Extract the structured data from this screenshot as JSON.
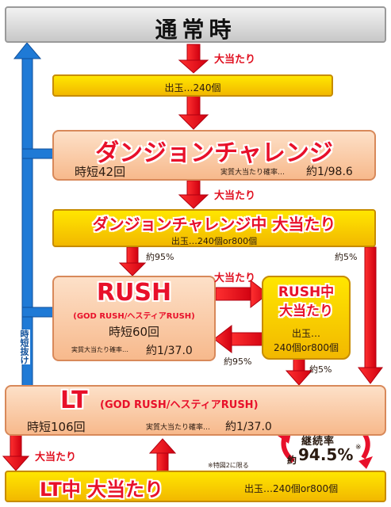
{
  "header": {
    "title": "通常時"
  },
  "labels": {
    "big_hit_1": "大当たり",
    "payout_1": "出玉…240個",
    "big_hit_2": "大当たり",
    "payout_2": "出玉…240個or800個",
    "big_hit_3": "大当たり",
    "big_hit_4": "大当たり",
    "pct_95_a": "約95%",
    "pct_5_a": "約5%",
    "pct_95_b": "約95%",
    "pct_5_b": "約5%",
    "time_short_exit": "時短抜け"
  },
  "dungeon": {
    "title": "ダンジョンチャレンジ",
    "jitan": "時短42回",
    "prob_label": "実質大当たり確率…",
    "prob_value": "約1/98.6"
  },
  "dungeon_hit": {
    "title": "ダンジョンチャレンジ中 大当たり"
  },
  "rush": {
    "title": "RUSH",
    "subtitle": "(GOD RUSH/ヘスティアRUSH)",
    "jitan": "時短60回",
    "prob_label": "実質大当たり確率…",
    "prob_value": "約1/37.0"
  },
  "rush_hit": {
    "title_line1": "RUSH中",
    "title_line2": "大当たり",
    "payout_line1": "出玉…",
    "payout_line2": "240個or800個"
  },
  "lt": {
    "title": "LT",
    "subtitle": "(GOD RUSH/ヘスティアRUSH)",
    "jitan": "時短106回",
    "prob_label": "実質大当たり確率…",
    "prob_value": "約1/37.0"
  },
  "continuation": {
    "label": "継続率",
    "value_prefix": "約",
    "value": "94.5%",
    "mark": "※"
  },
  "note": "※特図2に限る",
  "lt_hit": {
    "title": "LT中 大当たり",
    "payout": "出玉…240個or800個"
  },
  "colors": {
    "red": "#e8102a",
    "gold": "#ffd400",
    "peach": "#f9c9a4",
    "blue": "#1f7ad6",
    "gray": "#d8d8d8"
  }
}
